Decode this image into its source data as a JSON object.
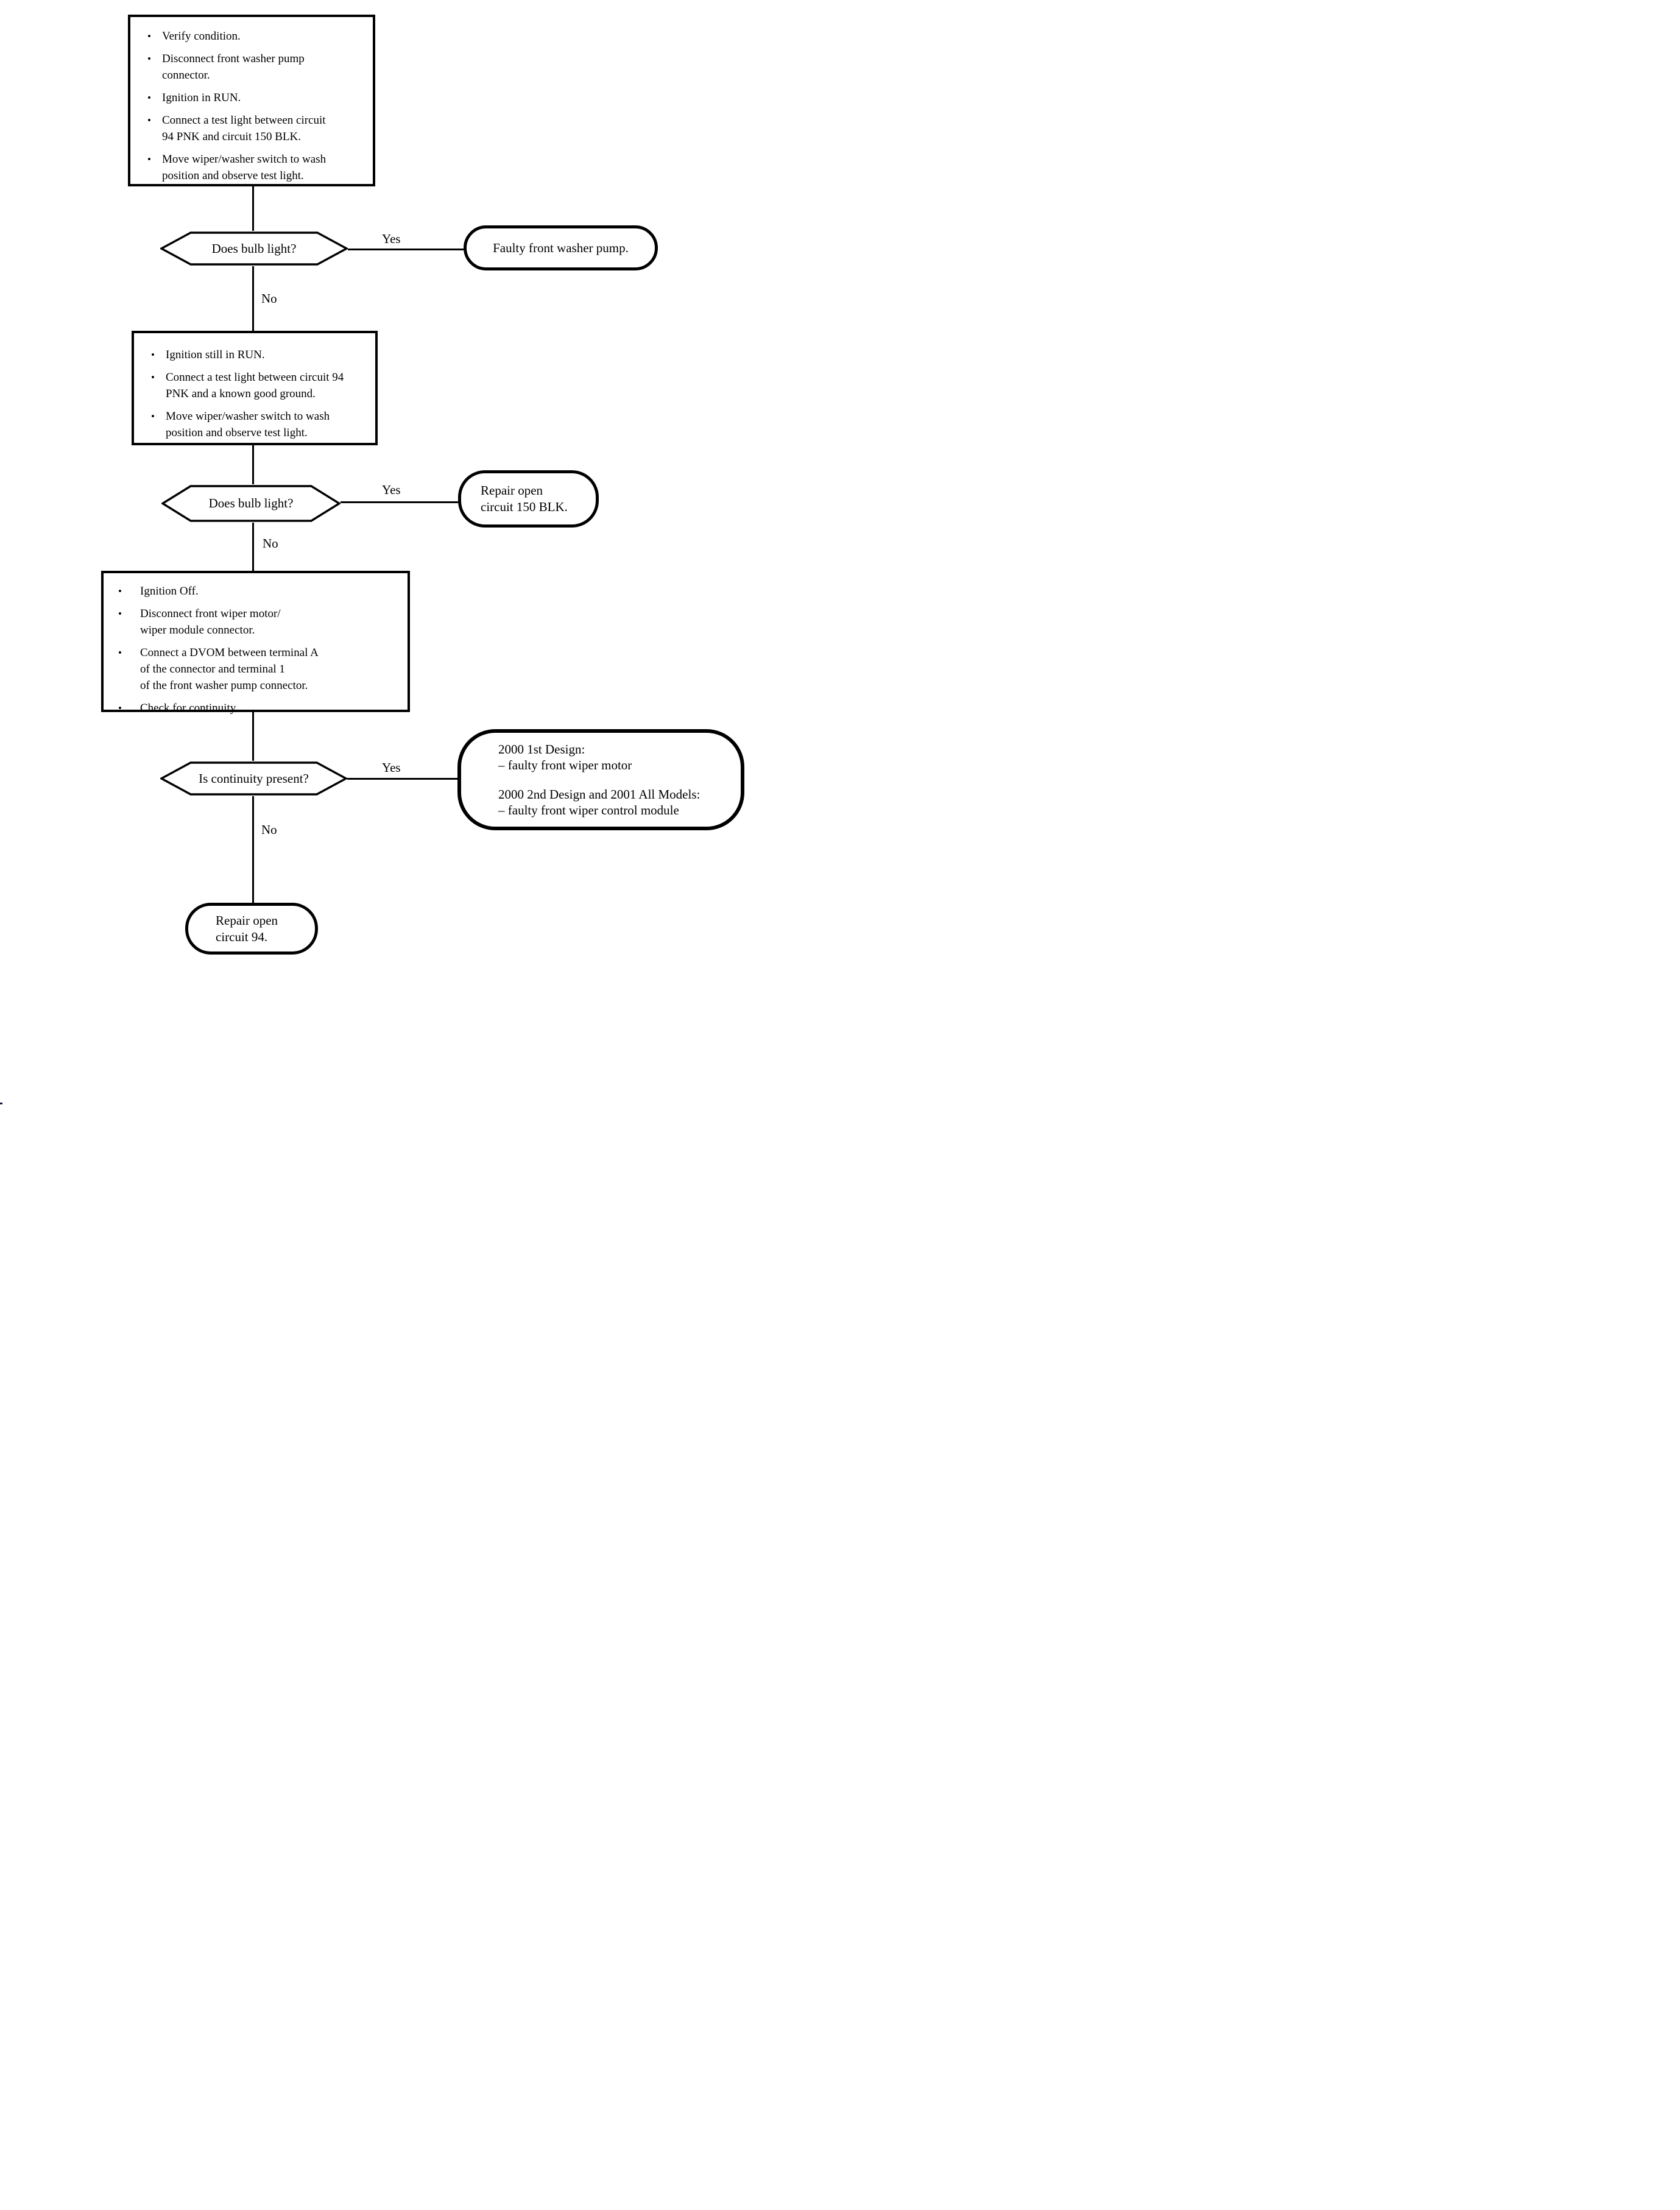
{
  "page": {
    "background": "#ffffff",
    "ink": "#000000"
  },
  "glyphs": {
    "bullet": "•"
  },
  "flow": {
    "step1": {
      "bullets": [
        {
          "lines": [
            "Verify condition."
          ]
        },
        {
          "lines": [
            "Disconnect front washer pump",
            "connector."
          ]
        },
        {
          "lines": [
            "Ignition in RUN."
          ]
        },
        {
          "lines": [
            "Connect a test light between circuit",
            "94 PNK and circuit 150 BLK."
          ]
        },
        {
          "lines": [
            "Move wiper/washer switch to wash",
            "position and observe test light."
          ]
        }
      ]
    },
    "decision1": {
      "question": "Does bulb light?",
      "yes_label": "Yes",
      "no_label": "No"
    },
    "result1": {
      "lines": [
        "Faulty front washer pump."
      ]
    },
    "step2": {
      "bullets": [
        {
          "lines": [
            "Ignition still in RUN."
          ]
        },
        {
          "lines": [
            "Connect a test light between circuit 94",
            "PNK and a known good ground."
          ]
        },
        {
          "lines": [
            "Move wiper/washer switch to wash",
            "position and observe test light."
          ]
        }
      ]
    },
    "decision2": {
      "question": "Does bulb light?",
      "yes_label": "Yes",
      "no_label": "No"
    },
    "result2": {
      "lines": [
        "Repair open",
        "circuit 150 BLK."
      ]
    },
    "step3": {
      "bullets": [
        {
          "lines": [
            "Ignition Off."
          ]
        },
        {
          "lines": [
            "Disconnect front wiper motor/",
            "wiper module connector."
          ]
        },
        {
          "lines": [
            "Connect a DVOM between terminal A",
            "of the connector and terminal 1",
            "of the front washer pump connector."
          ]
        },
        {
          "lines": [
            "Check for continuity."
          ]
        }
      ]
    },
    "decision3": {
      "question": "Is continuity present?",
      "yes_label": "Yes",
      "no_label": "No"
    },
    "result3": {
      "groups": [
        {
          "heading": "2000 1st Design:",
          "items": [
            "– faulty front wiper motor"
          ]
        },
        {
          "heading": "2000 2nd Design and 2001 All Models:",
          "items": [
            "– faulty front wiper control module"
          ]
        }
      ]
    },
    "result4": {
      "lines": [
        "Repair open",
        "circuit 94."
      ]
    }
  }
}
